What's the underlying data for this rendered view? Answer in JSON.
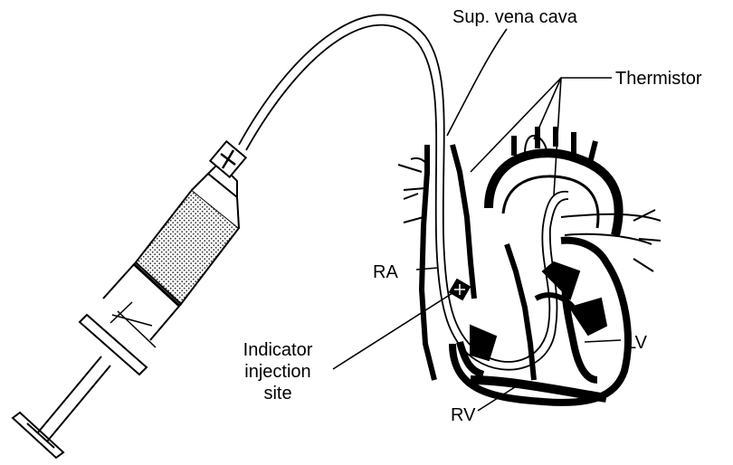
{
  "labels": {
    "sup_vena_cava": "Sup. vena cava",
    "thermistor": "Thermistor",
    "ra": "RA",
    "lv": "LV",
    "rv": "RV",
    "injection_line1": "Indicator",
    "injection_line2": "injection",
    "injection_line3": "site"
  }
}
